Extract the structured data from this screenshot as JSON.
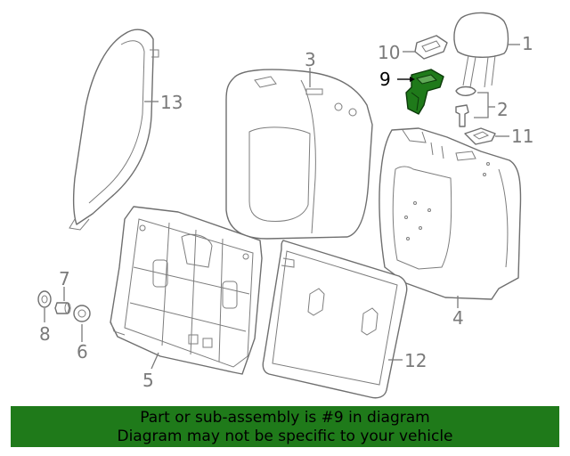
{
  "diagram": {
    "callouts": [
      "1",
      "2",
      "3",
      "4",
      "5",
      "6",
      "7",
      "8",
      "9",
      "10",
      "11",
      "12",
      "13"
    ],
    "highlighted_part": "9",
    "highlight_color": "#1f7a1a"
  },
  "banner": {
    "line1": "Part or sub-assembly is #9 in diagram",
    "line2": "Diagram may not be specific to your vehicle",
    "background": "#1f7a1a"
  }
}
